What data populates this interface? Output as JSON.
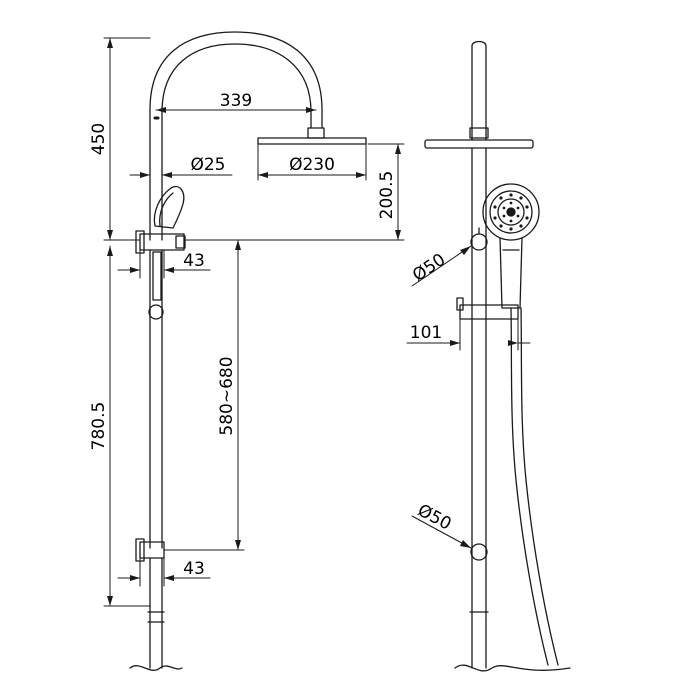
{
  "colors": {
    "line": "#1a1a1a",
    "background": "#ffffff"
  },
  "dimensions": {
    "upper_height": "450",
    "arm_reach": "339",
    "pipe_diameter": "Ø25",
    "head_diameter": "Ø230",
    "head_drop": "200.5",
    "bracket_top_offset": "43",
    "bracket_spacing": "580~680",
    "lower_height": "780.5",
    "bracket_bottom_offset": "43",
    "holder_diameter_upper": "Ø50",
    "holder_projection": "101",
    "holder_diameter_lower": "Ø50"
  }
}
